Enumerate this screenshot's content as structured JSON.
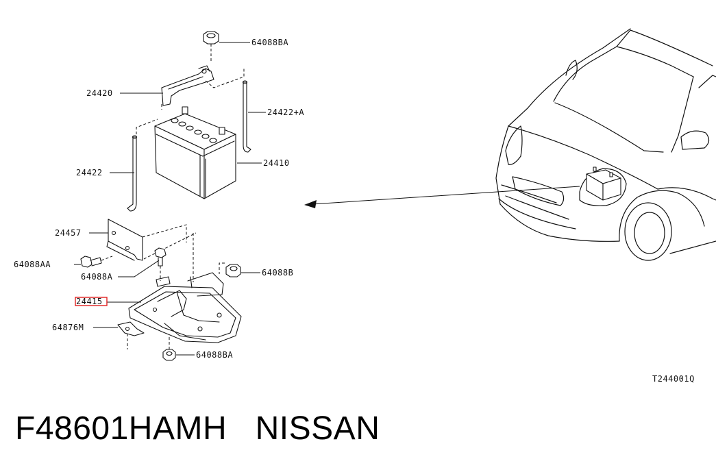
{
  "callouts": {
    "c_64088BA_top": "64088BA",
    "c_24420": "24420",
    "c_24422A": "24422+A",
    "c_24410": "24410",
    "c_24422": "24422",
    "c_24457": "24457",
    "c_64088AA": "64088AA",
    "c_64088A": "64088A",
    "c_64088B": "64088B",
    "c_24415": "24415",
    "c_64876M": "64876M",
    "c_64088BA_bottom": "64088BA"
  },
  "highlight_color": "#e02020",
  "figure_code": "T244001Q",
  "footer": {
    "part_number": "F48601HAMH",
    "brand": "NISSAN"
  }
}
